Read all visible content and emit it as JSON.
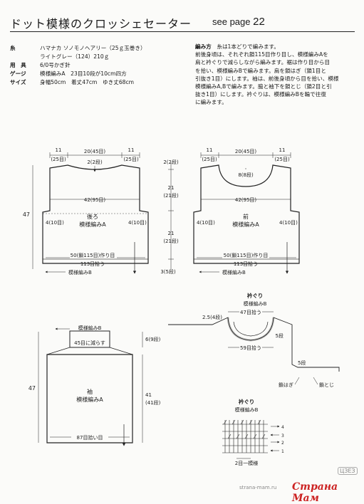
{
  "header": {
    "title": "ドット模様のクロッシェセーター",
    "see_page_label": "see page",
    "see_page_number": "22"
  },
  "specs": [
    {
      "key": "糸",
      "value": "ハマナカ ソノモノヘアリー（25ｇ玉巻き）"
    },
    {
      "key": "",
      "value": "ライトグレー（124）210ｇ"
    },
    {
      "key": "用　具",
      "value": "6/0号かぎ針"
    },
    {
      "key": "ゲージ",
      "value": "模様編みA　23目10段が10cm四方"
    },
    {
      "key": "サイズ",
      "value": "身幅50cm　着丈47cm　ゆき丈68cm"
    }
  ],
  "instructions": {
    "label": "編み方",
    "lines": [
      "糸は1本どりで編みます。",
      "前後身頃は、それぞれ鎖115目作り目し、模様編みAを",
      "肩と衿ぐりで減らしながら編みます。裾は作り目から目",
      "を拾い、模様編みBで編みます。肩を鎖はぎ（鎖1目と",
      "引抜き1目）にします。袖は、前後身頃から目を拾い、模様",
      "模様編みA,Bで編みます。脇と袖下を鎖とじ（鎖2目と引",
      "抜き1目）にします。衿ぐりは、模様編みBを輪で往復",
      "に編みます。"
    ]
  },
  "back": {
    "name": "後ろ",
    "pattern": "模様編みA",
    "shoulder_left": "11",
    "shoulder_left_sts": "(25目)",
    "neck_width": "20(45目)",
    "shoulder_right": "11",
    "shoulder_right_sts": "(25目)",
    "neck_depth": "2(2段)",
    "body_width": "42(95目)",
    "side_left": "4(10目)",
    "side_right": "4(10目)",
    "cast_on": "50(鎖115目)作り目",
    "pickup": "113目拾う",
    "hem_pattern": "模様編みB",
    "total_height": "47"
  },
  "front": {
    "name": "前",
    "pattern": "模様編みA",
    "shoulder_left": "11",
    "shoulder_left_sts": "(25目)",
    "neck_width": "20(45目)",
    "shoulder_right": "11",
    "shoulder_right_sts": "(25目)",
    "neck_depth": "8(8段)",
    "body_width": "42(95目)",
    "side_left": "4(10目)",
    "side_right": "4(10目)",
    "cast_on": "50(鎖115目)作り目",
    "pickup": "113目拾う",
    "hem_pattern": "模様編みB"
  },
  "middle_dims": {
    "top": "2(2段)",
    "upper_a": "21",
    "upper_b": "(21段)",
    "lower_a": "21",
    "lower_b": "(21段)",
    "bottom": "3(5段)"
  },
  "sleeve": {
    "name": "袖",
    "pattern": "模様編みA",
    "cuff_pattern": "模様編みB",
    "cuff_decrease": "45目に減らす",
    "cuff_height": "6(9段)",
    "height_a": "41",
    "height_b": "(41段)",
    "total_height": "47",
    "pickup": "87目拾い目"
  },
  "neckline": {
    "title": "衿ぐり",
    "pattern": "模様編みB",
    "top_pickup": "47目拾う",
    "bottom_pickup": "59目拾う",
    "rows": "2.5(4段)",
    "side_rows": "5段",
    "side_rows_b": "5段",
    "join_label": "鎖はぎ",
    "join_label_b": "鎖とじ"
  },
  "chart": {
    "title": "衿ぐり",
    "pattern": "模様編みB",
    "rows": [
      "4",
      "3",
      "2",
      "1"
    ],
    "repeat": "2目一模様"
  },
  "watermark": {
    "text": "Страна Мам",
    "small": "strana-mam.ru",
    "logo": "ЦЗЕЗ"
  }
}
